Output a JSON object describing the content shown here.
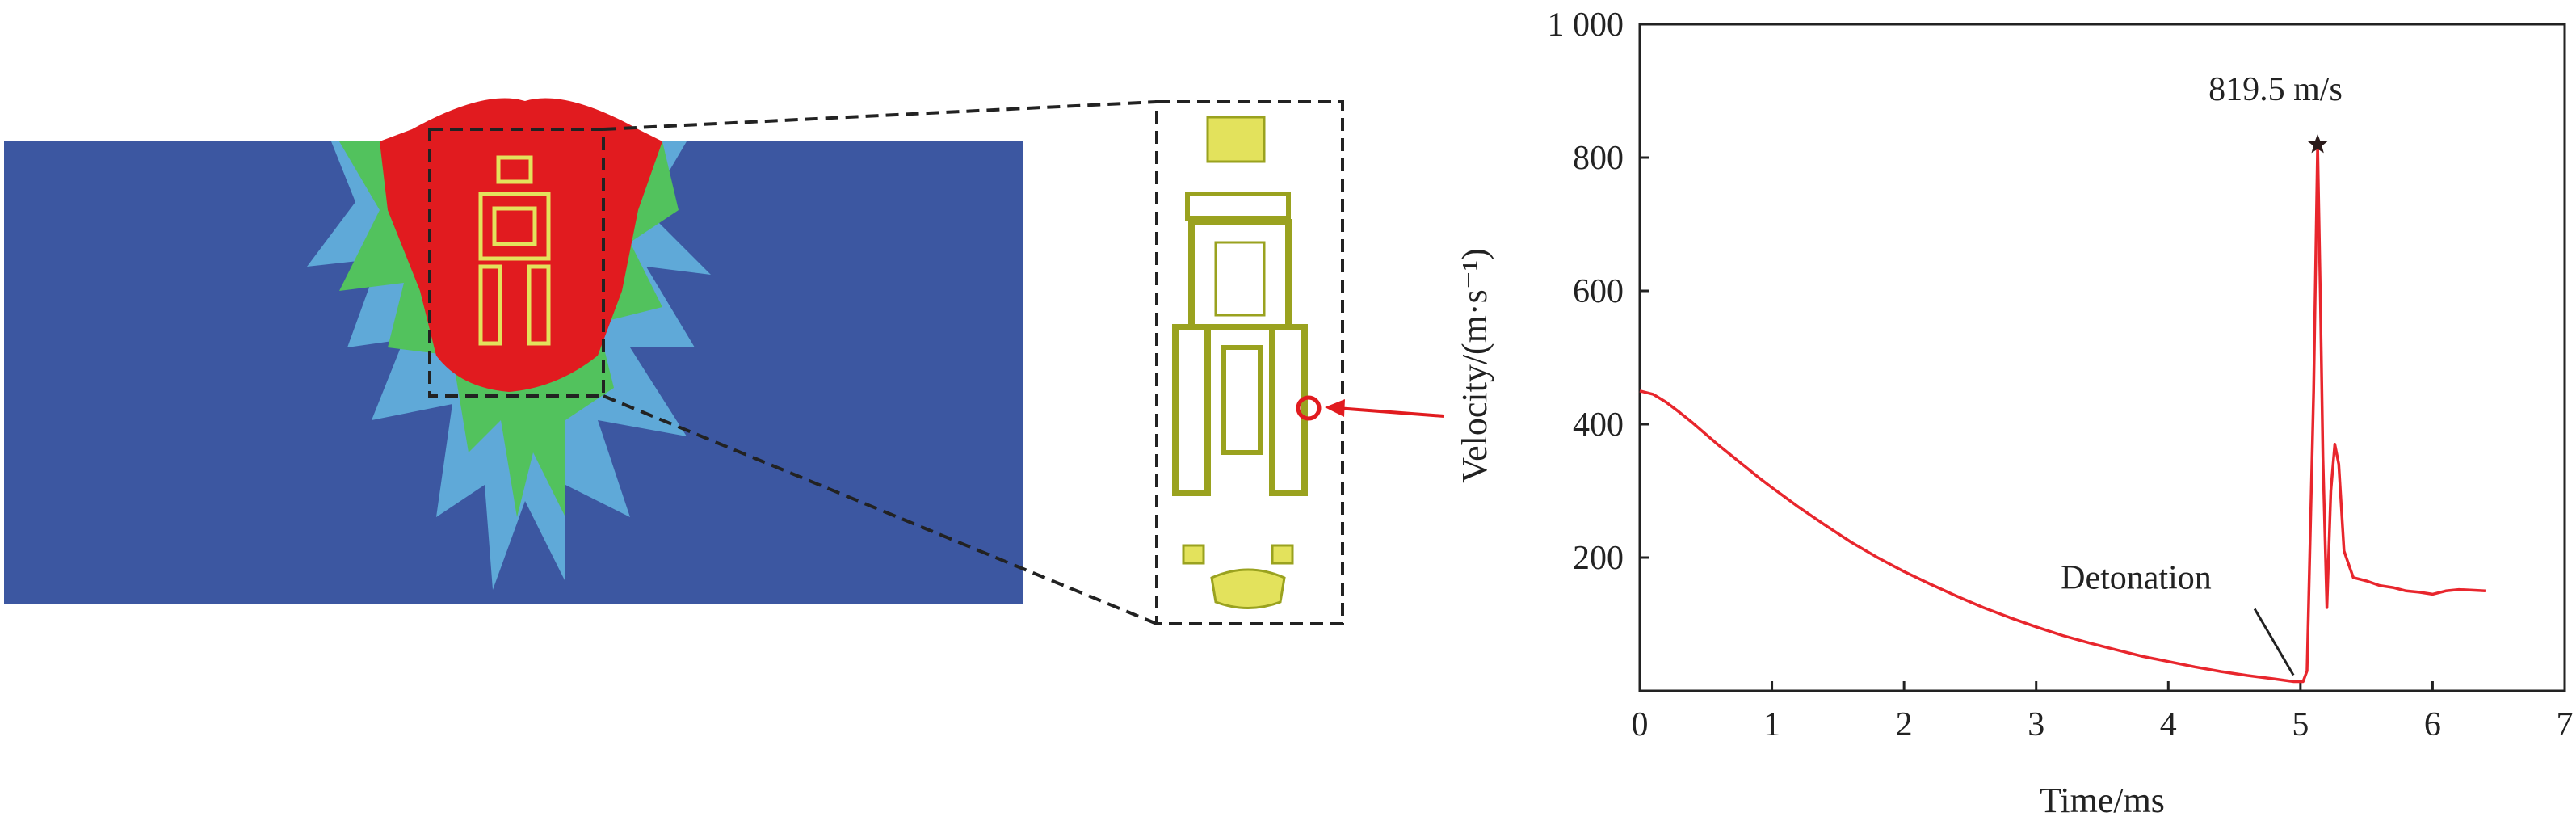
{
  "chart_data": {
    "type": "line",
    "title": "",
    "xlabel": "Time/ms",
    "ylabel": "Velocity/(m·s⁻¹)",
    "xlim": [
      0,
      7
    ],
    "ylim": [
      0,
      1000
    ],
    "x_ticks": [
      "0",
      "1",
      "2",
      "3",
      "4",
      "5",
      "6",
      "7"
    ],
    "y_ticks": [
      "200",
      "400",
      "600",
      "800",
      "1 000"
    ],
    "series": [
      {
        "name": "",
        "color": "#e8262d",
        "x": [
          0.0,
          0.1,
          0.2,
          0.3,
          0.4,
          0.5,
          0.6,
          0.7,
          0.8,
          0.9,
          1.0,
          1.2,
          1.4,
          1.6,
          1.8,
          2.0,
          2.2,
          2.4,
          2.6,
          2.8,
          3.0,
          3.2,
          3.4,
          3.6,
          3.8,
          4.0,
          4.2,
          4.4,
          4.6,
          4.8,
          4.95,
          5.02,
          5.05,
          5.1,
          5.13,
          5.15,
          5.17,
          5.2,
          5.23,
          5.26,
          5.29,
          5.33,
          5.4,
          5.5,
          5.6,
          5.7,
          5.8,
          5.9,
          6.0,
          6.1,
          6.2,
          6.3,
          6.4
        ],
        "y": [
          450,
          445,
          433,
          418,
          402,
          385,
          368,
          352,
          336,
          320,
          305,
          276,
          249,
          223,
          200,
          179,
          160,
          142,
          125,
          110,
          96,
          83,
          72,
          62,
          52,
          44,
          36,
          29,
          23,
          18,
          14,
          14,
          30,
          450,
          819.5,
          600,
          350,
          125,
          300,
          370,
          340,
          210,
          170,
          165,
          158,
          155,
          150,
          148,
          145,
          150,
          152,
          151,
          150
        ]
      }
    ],
    "annotations": [
      {
        "text": "819.5 m/s",
        "x": 5.13,
        "y": 819.5,
        "marker": "star"
      },
      {
        "text": "Detonation",
        "x": 5.02,
        "y": 14
      }
    ],
    "grid": false,
    "legend": "none"
  },
  "simulation": {
    "background_color": "#3c57a1",
    "damage_color": "#e11b1f",
    "mid_color": "#52c25d",
    "outer_color": "#5fa9d8",
    "highlight_color": "#e3e25c"
  }
}
